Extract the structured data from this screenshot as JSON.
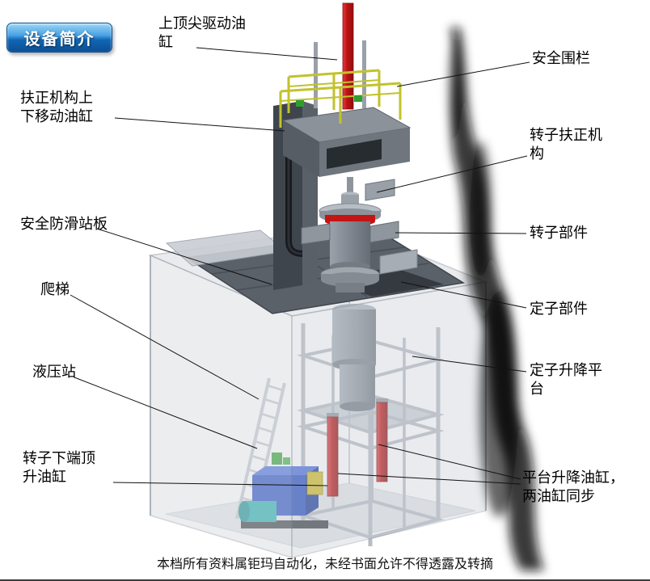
{
  "page": {
    "badge": "设备简介",
    "footer": "本档所有资料属钜玛自动化，未经书面允许不得透露及转摘"
  },
  "labels": {
    "top_drive_cylinder": "上顶尖驱动油缸",
    "safety_fence": "安全围栏",
    "centering_move_cylinder": "扶正机构上下移动油缸",
    "rotor_centering_mechanism": "转子扶正机构",
    "anti_slip_platform": "安全防滑站板",
    "rotor_part": "转子部件",
    "ladder": "爬梯",
    "stator_part": "定子部件",
    "hydraulic_station": "液压站",
    "stator_lift_platform": "定子升降平台",
    "rotor_bottom_jack_cylinder": "转子下端顶升油缸",
    "platform_lift_cylinders": "平台升降油缸，两油缸同步"
  },
  "colors": {
    "badge_blue": "#1266b4",
    "cylinder_red": "#c41414",
    "railing_yellow": "#c2c22c",
    "hydraulic_blue": "#2750c4",
    "frame_gray": "#5a6168"
  }
}
